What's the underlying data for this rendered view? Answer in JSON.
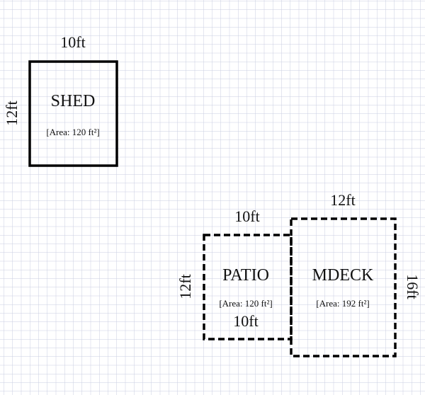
{
  "colors": {
    "grid": "#c9cde0",
    "outline": "#000000",
    "background": "#ffffff"
  },
  "shapes": [
    {
      "id": "shed",
      "name": "SHED",
      "area_label": "[Area: 120 ft²]",
      "width_label": "10ft",
      "height_label": "12ft",
      "width_ft": 10,
      "height_ft": 12,
      "style": "solid"
    },
    {
      "id": "patio",
      "name": "PATIO",
      "area_label": "[Area: 120 ft²]",
      "width_label": "10ft",
      "bottom_label": "10ft",
      "height_label": "12ft",
      "width_ft": 10,
      "height_ft": 12,
      "style": "dashed"
    },
    {
      "id": "mdeck",
      "name": "MDECK",
      "area_label": "[Area: 192 ft²]",
      "width_label": "12ft",
      "height_label": "16ft",
      "width_ft": 12,
      "height_ft": 16,
      "style": "dashed"
    }
  ]
}
